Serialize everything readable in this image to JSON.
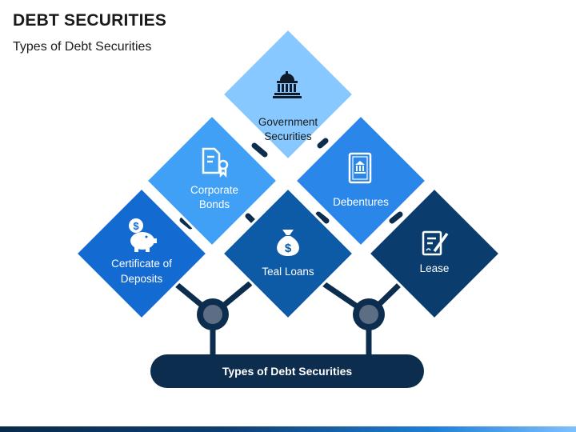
{
  "header": {
    "title": "DEBT SECURITIES",
    "subtitle": "Types of Debt Securities"
  },
  "diagram": {
    "base_label": "Types of Debt Securities",
    "items": [
      {
        "line1": "Government",
        "line2": "Securities",
        "icon": "government-building-icon",
        "color": "#86c8ff"
      },
      {
        "line1": "Corporate",
        "line2": "Bonds",
        "icon": "certificate-document-icon",
        "color": "#3fa0f5"
      },
      {
        "line1": "Debentures",
        "line2": "",
        "icon": "framed-certificate-icon",
        "color": "#2b86ea"
      },
      {
        "line1": "Certificate of",
        "line2": "Deposits",
        "icon": "piggy-bank-dollar-icon",
        "color": "#136ad1"
      },
      {
        "line1": "Teal Loans",
        "line2": "",
        "icon": "money-bag-icon",
        "color": "#0d5aa7"
      },
      {
        "line1": "Lease",
        "line2": "",
        "icon": "contract-signing-icon",
        "color": "#0a3d6e"
      }
    ]
  },
  "colors": {
    "connector": "#0d2d4f",
    "node_fill": "#5d6e84",
    "base_fill": "#0d2d4f"
  }
}
